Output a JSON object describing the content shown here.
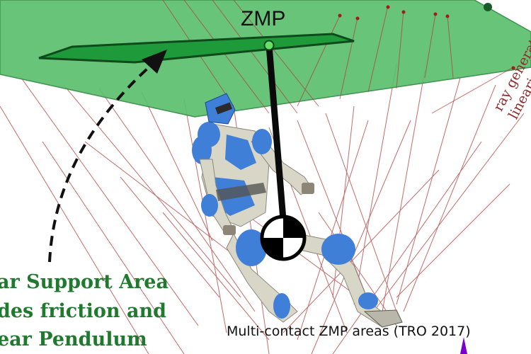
{
  "diagram": {
    "zmp_label": "ZMP",
    "left_text_lines": [
      "ar Support Area",
      "des friction and",
      "ear Pendulum"
    ],
    "ray_text_lines": [
      "ray generators of",
      "linearized frictio"
    ],
    "caption": "Multi-contact ZMP areas (TRO 2017)"
  },
  "colors": {
    "support_area_fill": "#5cbf6e",
    "support_area_edge": "#2f8a3f",
    "zmp_polygon": "#1f9a3a",
    "rays": "#b03a3a",
    "label_green": "#1f7a2e",
    "pointer_dot": "#7a00d0"
  }
}
